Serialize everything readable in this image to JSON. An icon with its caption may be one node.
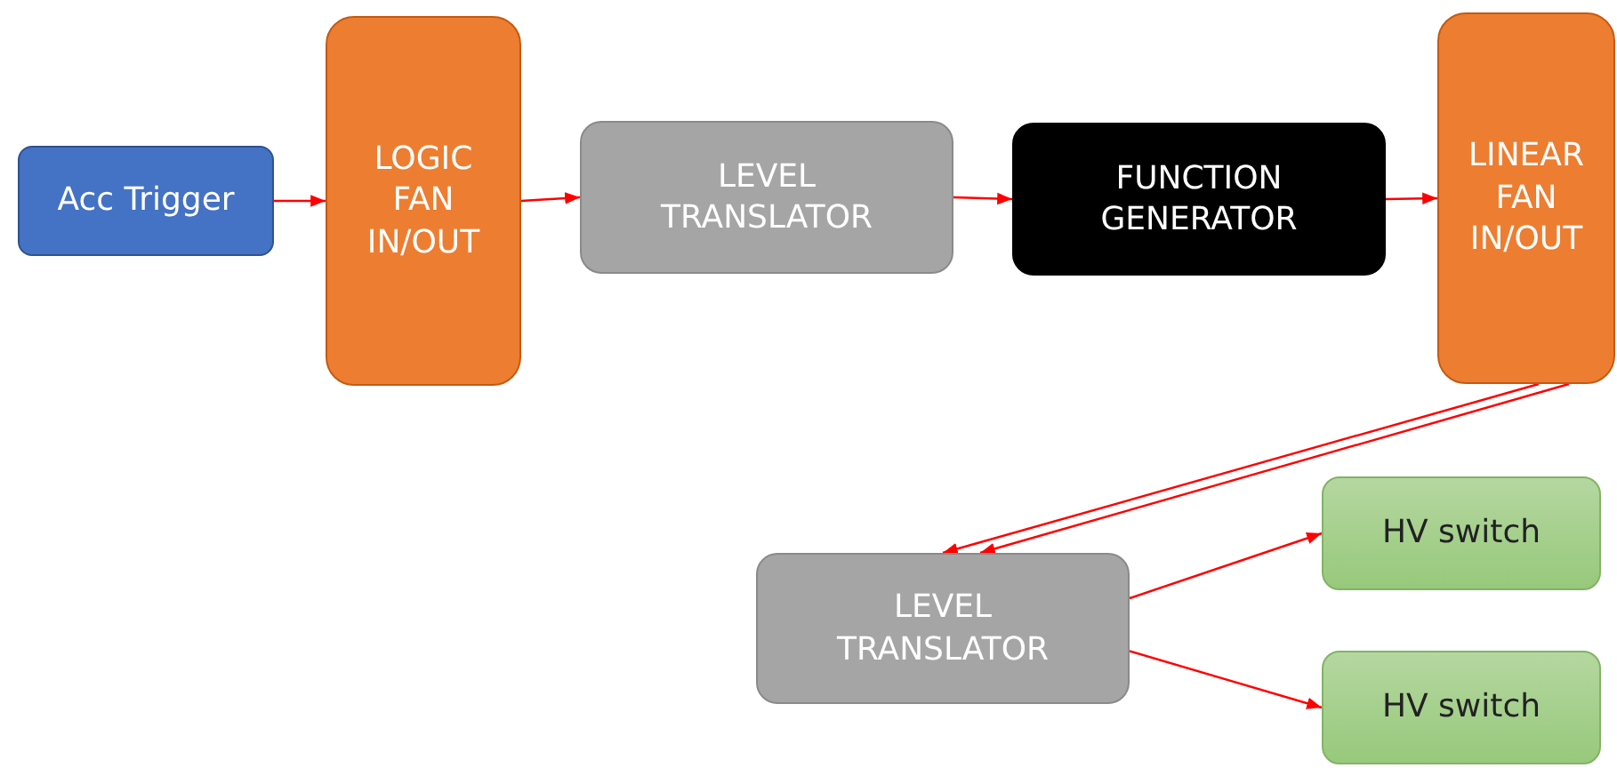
{
  "diagram": {
    "nodes": [
      {
        "text": [
          "Acc Trigger"
        ]
      },
      {
        "text": [
          "LOGIC FAN IN/OUT"
        ]
      },
      {
        "text": [
          "LEVEL TRANSLATOR"
        ]
      },
      {
        "text": [
          "FUNCTION GENERATOR"
        ]
      },
      {
        "text": [
          "LINEAR FAN IN/OUT"
        ]
      },
      {
        "text": [
          "LEVEL TRANSLATOR"
        ]
      },
      {
        "text": [
          "HV switch"
        ]
      },
      {
        "text": [
          "HV switch"
        ]
      }
    ],
    "edges": [
      {
        "from": 0,
        "to": 1,
        "arrow": "to"
      },
      {
        "from": 1,
        "to": 2,
        "arrow": "to"
      },
      {
        "from": 2,
        "to": 3,
        "arrow": "to"
      },
      {
        "from": 3,
        "to": 4,
        "arrow": "to"
      },
      {
        "from": 4,
        "to": 5,
        "arrow": "to"
      },
      {
        "from": 4,
        "to": 5,
        "arrow": "to"
      },
      {
        "from": 5,
        "to": 6,
        "arrow": "to"
      },
      {
        "from": 5,
        "to": 7,
        "arrow": "to"
      }
    ]
  }
}
